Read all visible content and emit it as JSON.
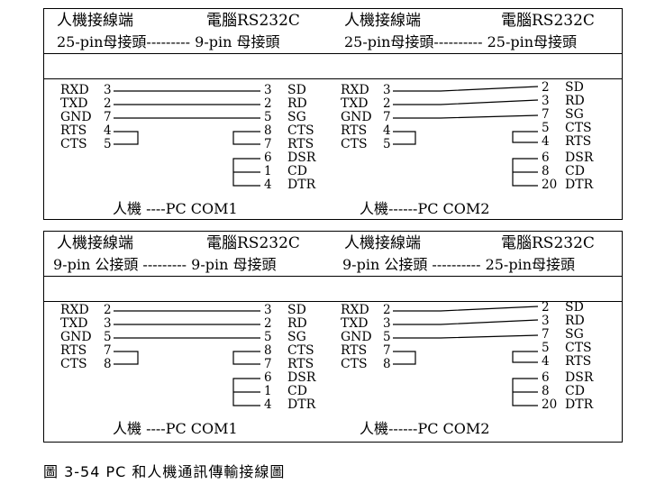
{
  "figure_caption": "圖 3-54 PC 和人機通訊傳輸接線圖",
  "panels": [
    {
      "left": {
        "device_label": "人機接線端",
        "pc_label": "電腦RS232C",
        "connector_line": "25-pin母接頭--------- 9-pin  母接頭",
        "footer": "人機 ----PC COM1",
        "hmi_signals": [
          "RXD",
          "TXD",
          "GND",
          "RTS",
          "CTS"
        ],
        "hmi_pins": [
          "3",
          "2",
          "7",
          "4",
          "5"
        ],
        "pc_pins": [
          "3",
          "2",
          "5",
          "8",
          "7",
          "6",
          "1",
          "4"
        ],
        "pc_signals": [
          "SD",
          "RD",
          "SG",
          "CTS",
          "RTS",
          "DSR",
          "CD",
          "DTR"
        ]
      },
      "right": {
        "device_label": "人機接線端",
        "pc_label": "電腦RS232C",
        "connector_line": "25-pin母接頭---------- 25-pin母接頭",
        "footer": "人機------PC COM2",
        "hmi_signals": [
          "RXD",
          "TXD",
          "GND",
          "RTS",
          "CTS"
        ],
        "hmi_pins": [
          "3",
          "2",
          "7",
          "4",
          "5"
        ],
        "pc_pins": [
          "2",
          "3",
          "7",
          "5",
          "4",
          "6",
          "8",
          "20"
        ],
        "pc_signals": [
          "SD",
          "RD",
          "SG",
          "CTS",
          "RTS",
          "DSR",
          "CD",
          "DTR"
        ]
      }
    },
    {
      "left": {
        "device_label": "人機接線端",
        "pc_label": "電腦RS232C",
        "connector_line": "9-pin  公接頭 --------- 9-pin  母接頭",
        "footer": "人機 ----PC COM1",
        "hmi_signals": [
          "RXD",
          "TXD",
          "GND",
          "RTS",
          "CTS"
        ],
        "hmi_pins": [
          "2",
          "3",
          "5",
          "7",
          "8"
        ],
        "pc_pins": [
          "3",
          "2",
          "5",
          "8",
          "7",
          "6",
          "1",
          "4"
        ],
        "pc_signals": [
          "SD",
          "RD",
          "SG",
          "CTS",
          "RTS",
          "DSR",
          "CD",
          "DTR"
        ]
      },
      "right": {
        "device_label": "人機接線端",
        "pc_label": "電腦RS232C",
        "connector_line": "9-pin  公接頭 ---------- 25-pin母接頭",
        "footer": "人機------PC COM2",
        "hmi_signals": [
          "RXD",
          "TXD",
          "GND",
          "RTS",
          "CTS"
        ],
        "hmi_pins": [
          "2",
          "3",
          "5",
          "7",
          "8"
        ],
        "pc_pins": [
          "2",
          "3",
          "7",
          "5",
          "4",
          "6",
          "8",
          "20"
        ],
        "pc_signals": [
          "SD",
          "RD",
          "SG",
          "CTS",
          "RTS",
          "DSR",
          "CD",
          "DTR"
        ]
      }
    }
  ]
}
